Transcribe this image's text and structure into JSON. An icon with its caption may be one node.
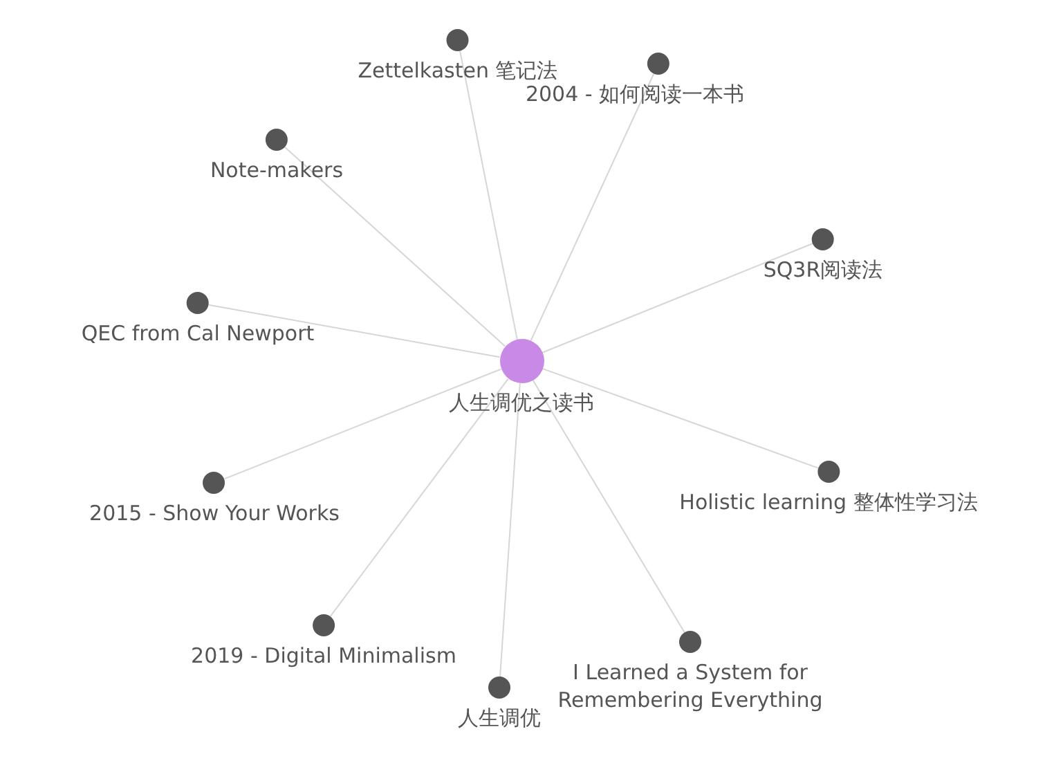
{
  "diagram": {
    "nodes": [
      {
        "text": [
          "人生调优之读书"
        ]
      },
      {
        "text": [
          "Zettelkasten 笔记法"
        ]
      },
      {
        "text": [
          "2004 - 如何阅读一本书"
        ]
      },
      {
        "text": [
          "Note-makers"
        ]
      },
      {
        "text": [
          "SQ3R阅读法"
        ]
      },
      {
        "text": [
          "QEC from Cal Newport"
        ]
      },
      {
        "text": [
          "Holistic learning 整体性学习法"
        ]
      },
      {
        "text": [
          "2015 - Show Your Works"
        ]
      },
      {
        "text": [
          "2019 - Digital Minimalism"
        ]
      },
      {
        "text": [
          "I Learned a System for Remembering Everything"
        ]
      },
      {
        "text": [
          "人生调优"
        ]
      }
    ],
    "edges": [
      {
        "from": 0,
        "to": 1,
        "arrow": "none"
      },
      {
        "from": 0,
        "to": 2,
        "arrow": "none"
      },
      {
        "from": 0,
        "to": 3,
        "arrow": "none"
      },
      {
        "from": 0,
        "to": 4,
        "arrow": "none"
      },
      {
        "from": 0,
        "to": 5,
        "arrow": "none"
      },
      {
        "from": 0,
        "to": 6,
        "arrow": "none"
      },
      {
        "from": 0,
        "to": 7,
        "arrow": "none"
      },
      {
        "from": 0,
        "to": 8,
        "arrow": "none"
      },
      {
        "from": 0,
        "to": 9,
        "arrow": "none"
      },
      {
        "from": 0,
        "to": 10,
        "arrow": "none"
      }
    ]
  }
}
